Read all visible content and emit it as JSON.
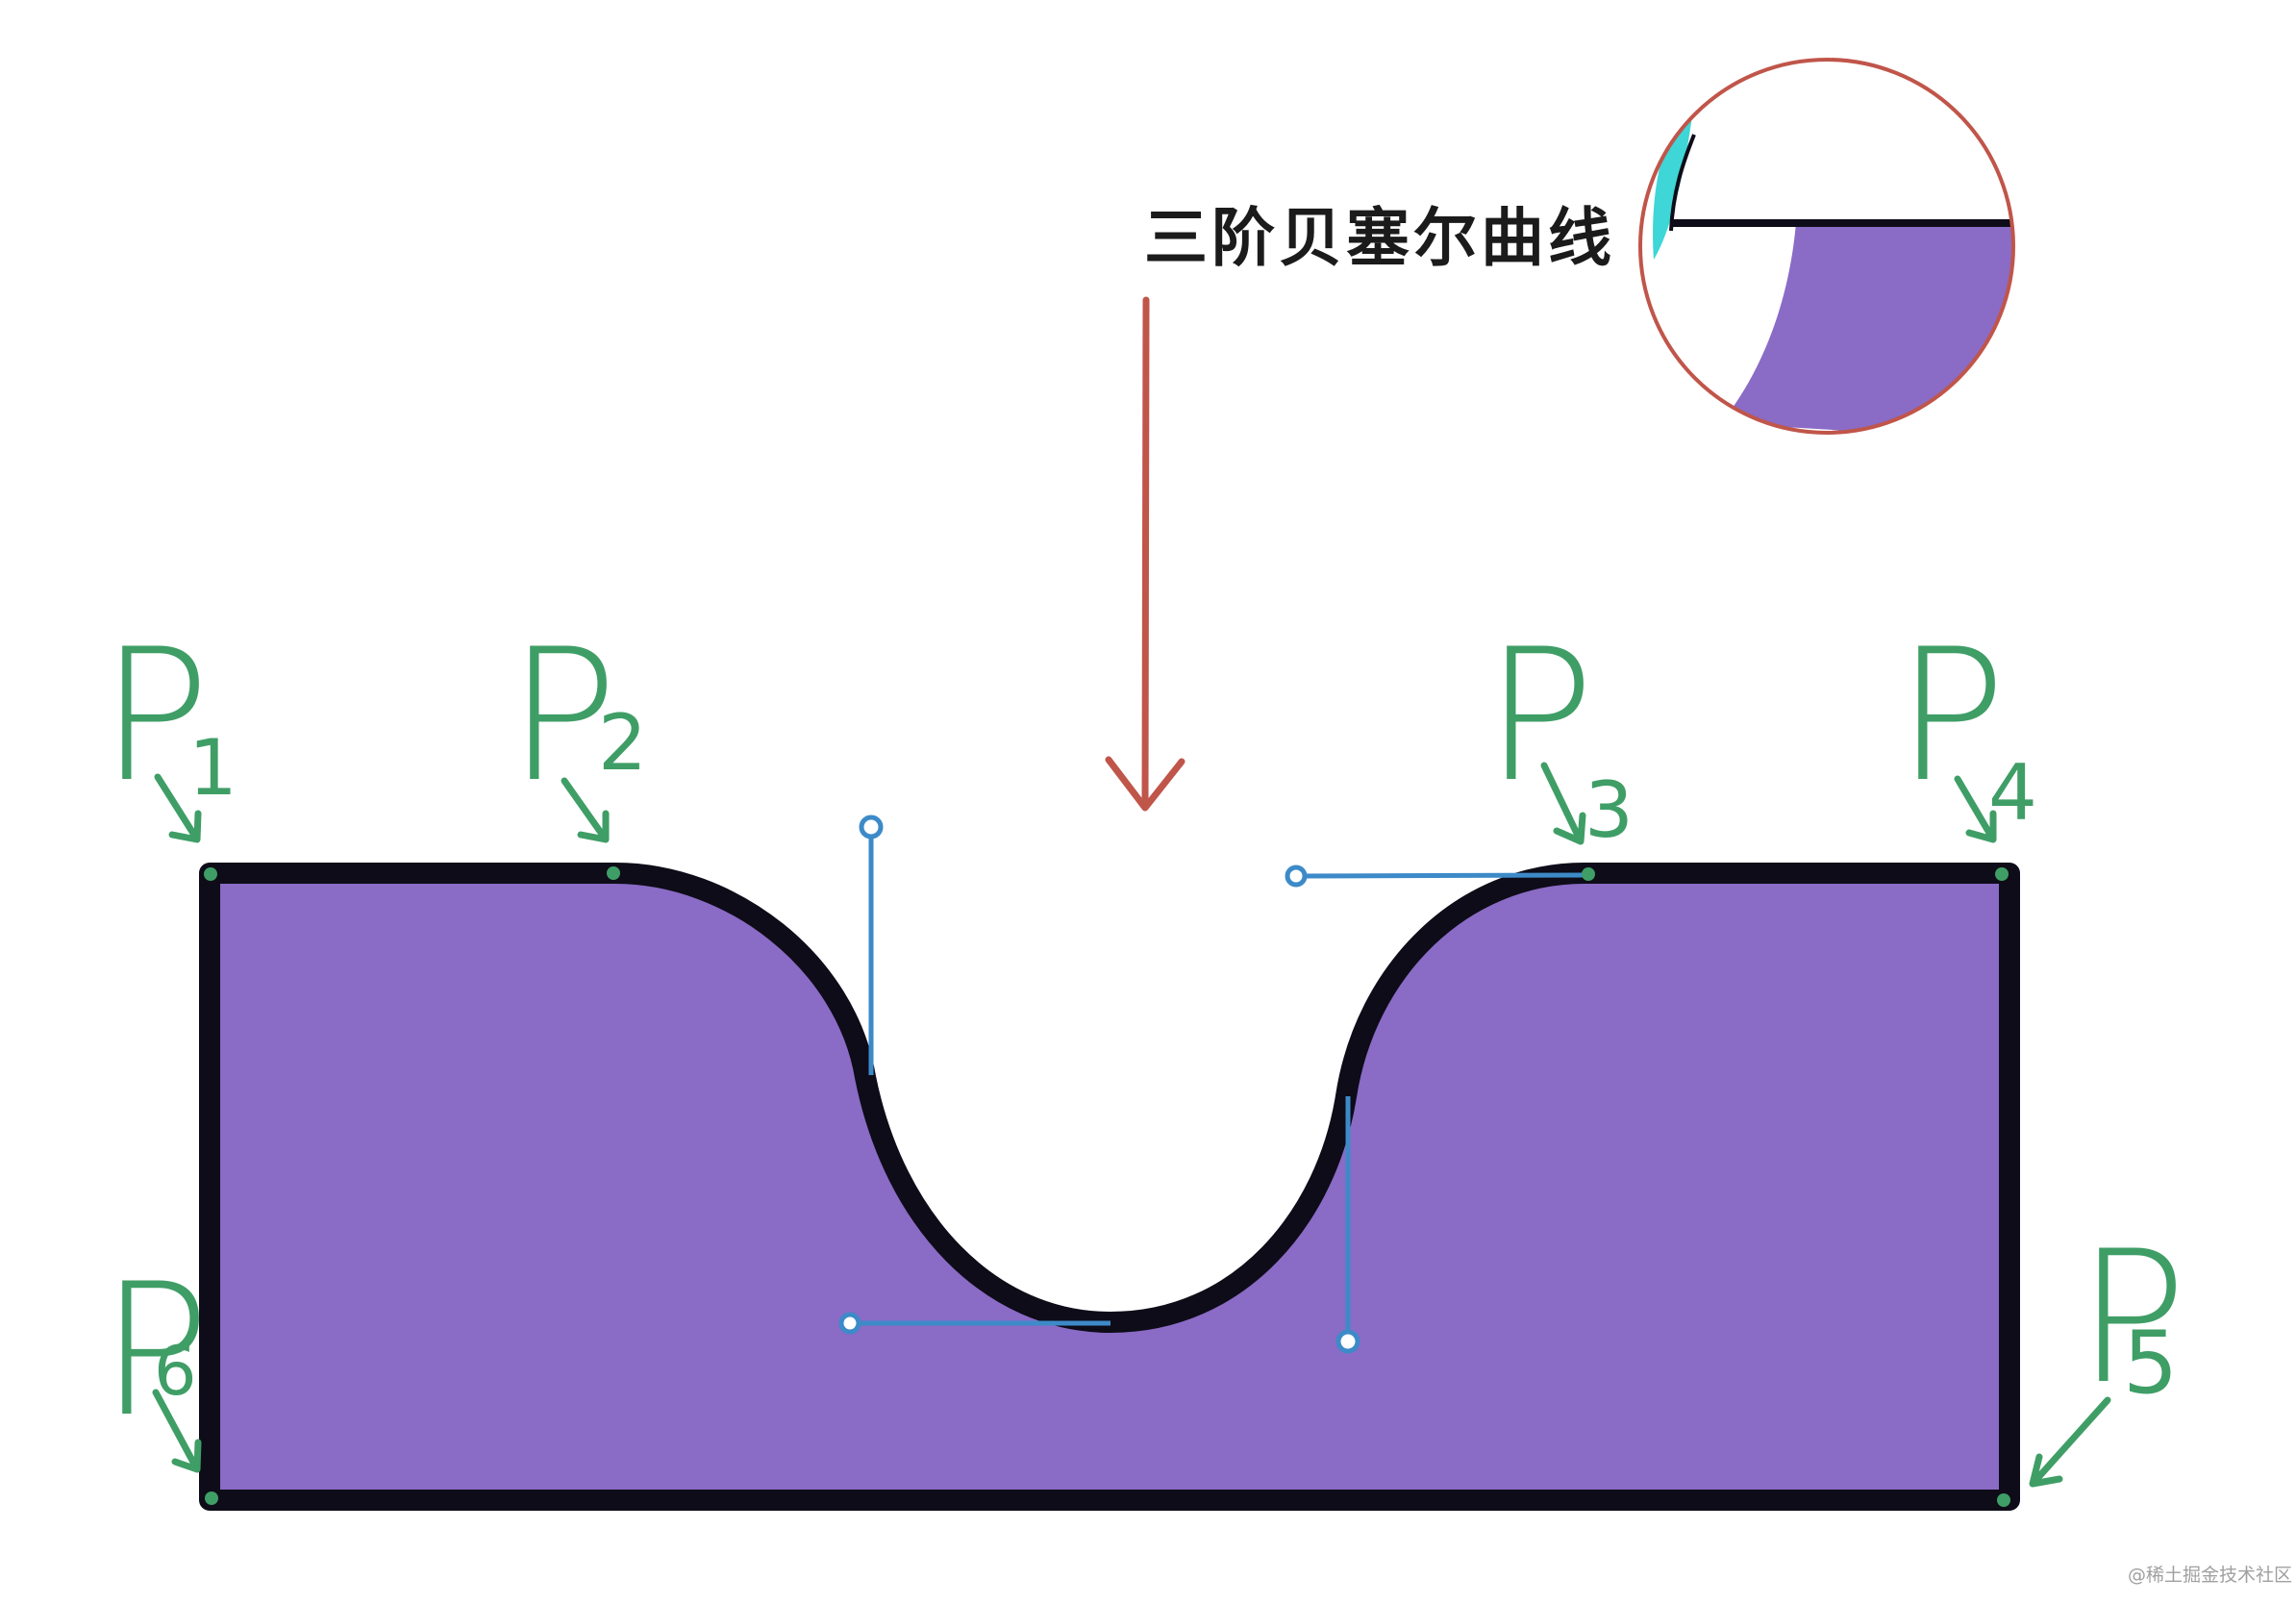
{
  "diagram": {
    "title": "三阶贝塞尔曲线",
    "watermark": "@稀土掘金技术社区",
    "points": [
      {
        "id": "p1",
        "letter": "P",
        "index": "1"
      },
      {
        "id": "p2",
        "letter": "P",
        "index": "2"
      },
      {
        "id": "p3",
        "letter": "P",
        "index": "3"
      },
      {
        "id": "p4",
        "letter": "P",
        "index": "4"
      },
      {
        "id": "p5",
        "letter": "P",
        "index": "5"
      },
      {
        "id": "p6",
        "letter": "P",
        "index": "6"
      }
    ],
    "colors": {
      "fill": "#8a6bc6",
      "outline": "#0e0c18",
      "label_green": "#3f9e66",
      "handle_blue": "#3d8ac8",
      "arrow_red": "#c0554a",
      "cyan_accent": "#3ed6d6"
    }
  }
}
